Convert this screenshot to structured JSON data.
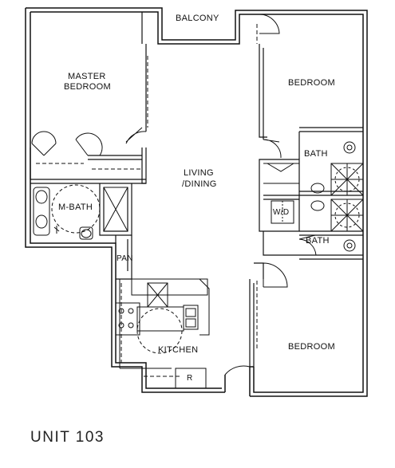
{
  "rooms": {
    "balcony": "BALCONY",
    "master_bedroom_line1": "MASTER",
    "master_bedroom_line2": "BEDROOM",
    "bedroom_top": "BEDROOM",
    "bath_upper": "BATH",
    "living_line1": "LIVING",
    "living_line2": "/DINING",
    "m_bath": "M-BATH",
    "wd": "W/D",
    "bath_lower": "BATH",
    "pan": "PAN",
    "kitchen": "KITCHEN",
    "refrigerator": "R",
    "bedroom_bottom": "BEDROOM"
  },
  "unit_title": "UNIT 103"
}
